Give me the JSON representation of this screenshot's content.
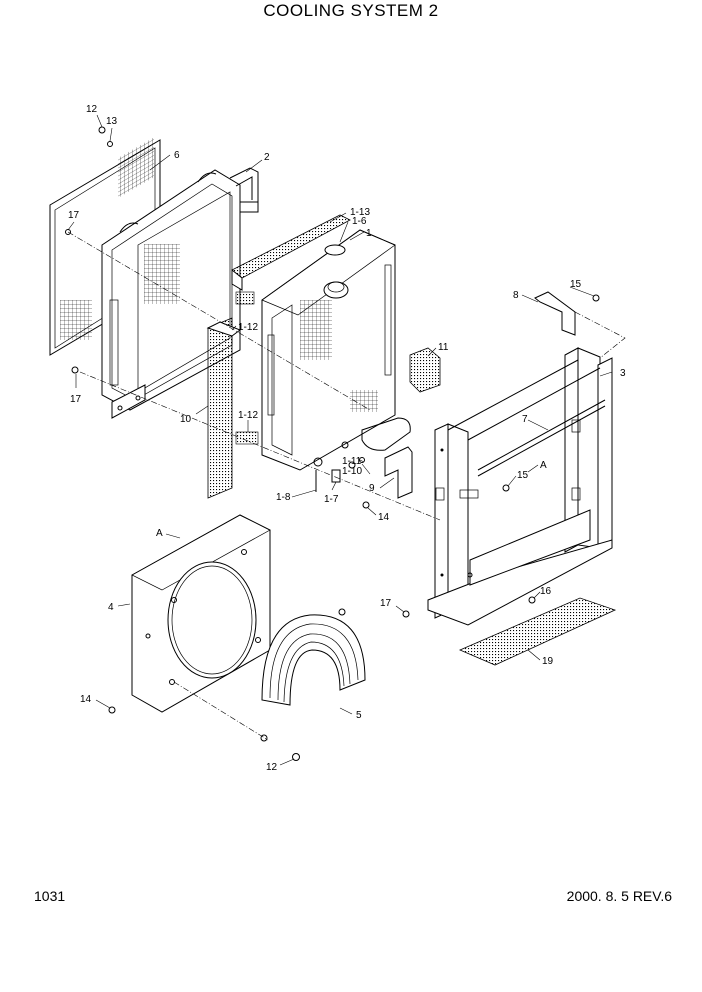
{
  "header": {
    "title": "COOLING SYSTEM 2"
  },
  "footer": {
    "page_number": "1031",
    "revision": "2000. 8. 5 REV.6"
  },
  "callouts": [
    {
      "id": "c12a",
      "label": "12"
    },
    {
      "id": "c13",
      "label": "13"
    },
    {
      "id": "c6",
      "label": "6"
    },
    {
      "id": "c2",
      "label": "2"
    },
    {
      "id": "c17a",
      "label": "17"
    },
    {
      "id": "c17b",
      "label": "17"
    },
    {
      "id": "c1-13",
      "label": "1-13"
    },
    {
      "id": "c1-6",
      "label": "1-6"
    },
    {
      "id": "c1",
      "label": "1"
    },
    {
      "id": "c1-12a",
      "label": "1-12"
    },
    {
      "id": "c10",
      "label": "10"
    },
    {
      "id": "c1-12b",
      "label": "1-12"
    },
    {
      "id": "c11",
      "label": "11"
    },
    {
      "id": "c8",
      "label": "8"
    },
    {
      "id": "c15a",
      "label": "15"
    },
    {
      "id": "c3",
      "label": "3"
    },
    {
      "id": "c7",
      "label": "7"
    },
    {
      "id": "cA1",
      "label": "A"
    },
    {
      "id": "c15b",
      "label": "15"
    },
    {
      "id": "c1-11",
      "label": "1-11"
    },
    {
      "id": "c1-10",
      "label": "1-10"
    },
    {
      "id": "c9",
      "label": "9"
    },
    {
      "id": "c1-8",
      "label": "1-8"
    },
    {
      "id": "c1-7",
      "label": "1-7"
    },
    {
      "id": "c14a",
      "label": "14"
    },
    {
      "id": "cA2",
      "label": "A"
    },
    {
      "id": "c4",
      "label": "4"
    },
    {
      "id": "c17c",
      "label": "17"
    },
    {
      "id": "c16",
      "label": "16"
    },
    {
      "id": "c19",
      "label": "19"
    },
    {
      "id": "c14b",
      "label": "14"
    },
    {
      "id": "c5",
      "label": "5"
    },
    {
      "id": "c12b",
      "label": "12"
    }
  ]
}
